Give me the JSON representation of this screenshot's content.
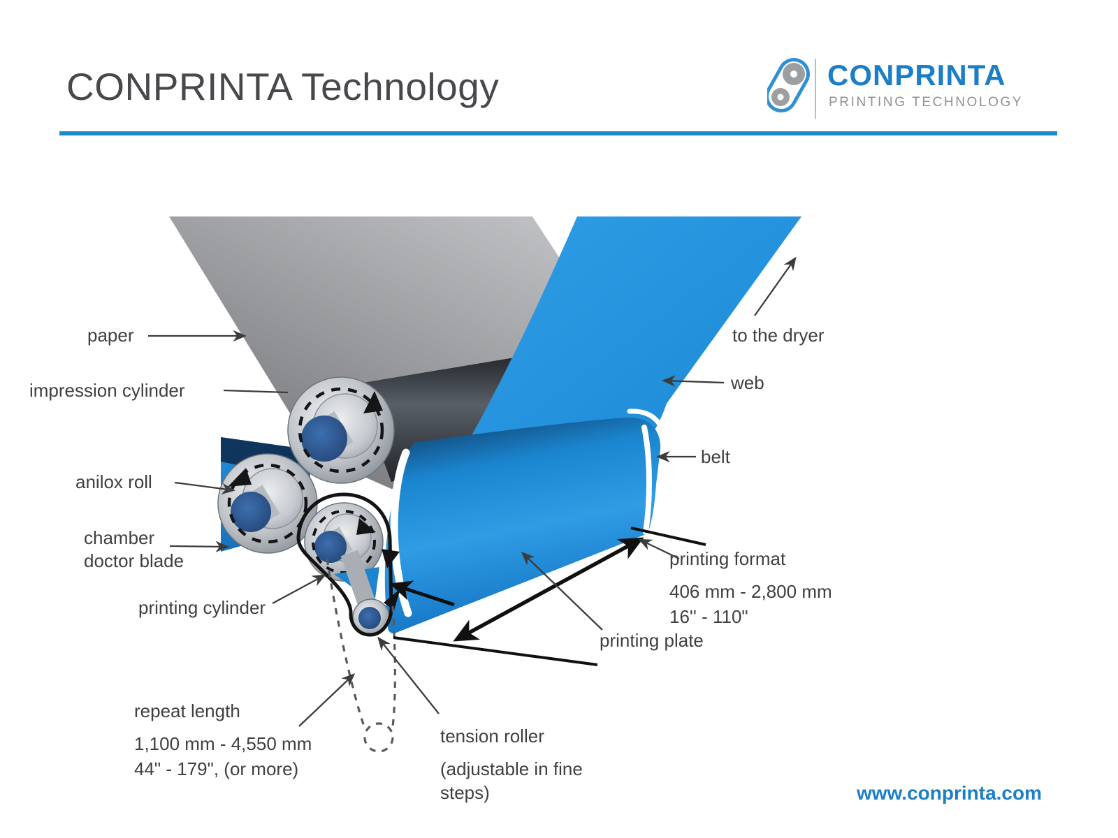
{
  "header": {
    "title": "CONPRINTA Technology",
    "logo": {
      "brand": "CONPRINTA",
      "tagline": "PRINTING TECHNOLOGY",
      "icon": "belt-drive-logo-icon"
    },
    "accent_color": "#1b8bcb"
  },
  "footer": {
    "website": "www.conprinta.com"
  },
  "diagram": {
    "labels": {
      "paper": "paper",
      "impression_cylinder": "impression cylinder",
      "anilox_roll": "anilox roll",
      "chamber_doctor_blade": "chamber doctor blade",
      "printing_cylinder": "printing cylinder",
      "repeat_length": {
        "title": "repeat length",
        "range_mm": "1,100 mm - 4,550 mm",
        "range_in": "44\" - 179\", (or more)"
      },
      "tension_roller": {
        "title": "tension roller",
        "note": "(adjustable in fine steps)"
      },
      "printing_plate": "printing plate",
      "printing_format": {
        "title": "printing format",
        "range_mm": "406 mm - 2,800 mm",
        "range_in": "16'' - 110\""
      },
      "belt": "belt",
      "web": "web",
      "to_the_dryer": "to the dryer"
    },
    "colors": {
      "machine_blue": "#1e8fd6",
      "dark_navy": "#12335c",
      "paper_gray": "#9a9b9e",
      "label_text": "#3e3f41",
      "arrow_black": "#101010"
    }
  }
}
